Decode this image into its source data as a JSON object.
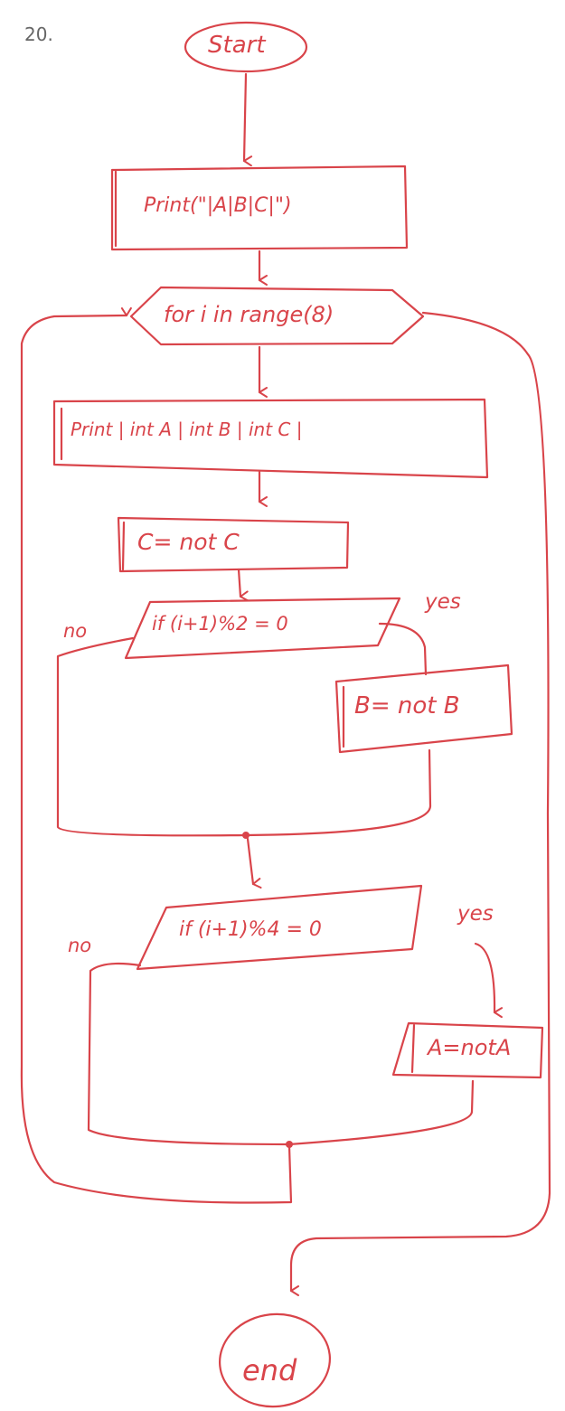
{
  "problem_number": "20.",
  "nodes": {
    "start": "Start",
    "print_header": "Print(\"|A|B|C|\")",
    "loop": "for i in range(8)",
    "print_row": "Print | int A | int B | int C |",
    "toggle_c": "C= not C",
    "if_mod2": "if (i+1)%2 = 0",
    "toggle_b": "B= not B",
    "if_mod4": "if (i+1)%4 = 0",
    "toggle_a": "A=notA",
    "end": "end"
  },
  "branch_labels": {
    "if_mod2_yes": "yes",
    "if_mod2_no": "no",
    "if_mod4_yes": "yes",
    "if_mod4_no": "no"
  },
  "colors": {
    "ink": "#d9444a"
  }
}
